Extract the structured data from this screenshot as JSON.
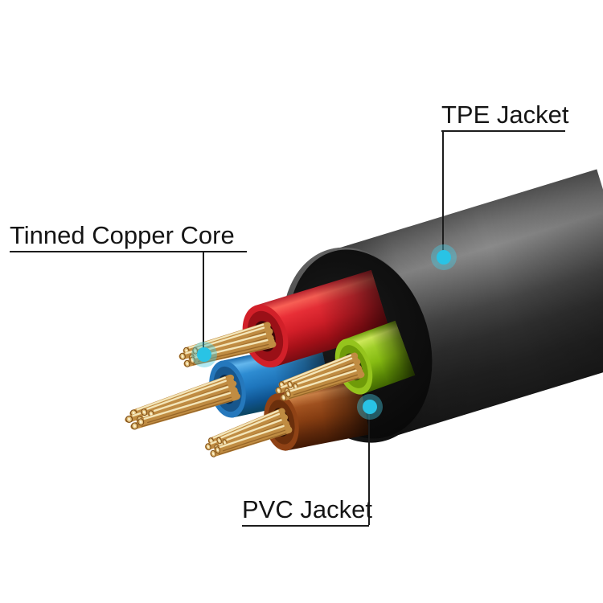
{
  "theme": {
    "background": "#ffffff",
    "label_color": "#151515",
    "line_color": "#1c1c1c",
    "dot_color": "#29c3e5",
    "dot_glow": "rgba(70,200,225,0.42)"
  },
  "labels": {
    "tpe_jacket": "TPE Jacket",
    "tinned_copper_core": "Tinned Copper Core",
    "pvc_jacket": "PVC Jacket"
  },
  "parts": {
    "outer_jacket": {
      "label": "TPE Jacket",
      "color": "#2f2f2f"
    },
    "inner_wire_jackets": {
      "label": "PVC Jacket",
      "colors": [
        "#e62730",
        "#2f90d8",
        "#9bcf1d",
        "#9c4a18"
      ]
    },
    "conductor": {
      "label": "Tinned Copper Core",
      "color": "#c49049",
      "wire_count": 4,
      "strands_per_wire": 7
    }
  }
}
